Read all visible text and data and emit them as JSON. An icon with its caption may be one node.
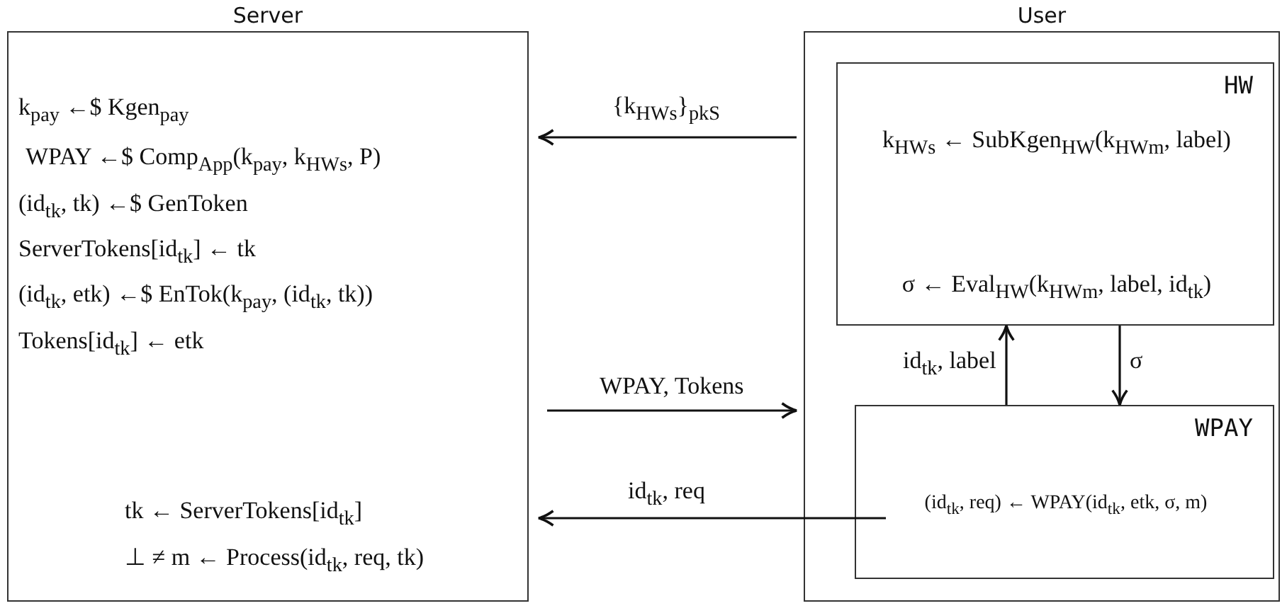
{
  "diagram": {
    "nodes": [
      {
        "text": [
          "Server",
          "k$_{pay}$ ←$ Kgen$_{pay}$",
          "WPAY ←$ Comp$_{App}$(k$_{pay}$, k$_{HWs}$, P)",
          "(id$_{tk}$, tk) ←$ GenToken",
          "ServerTokens[id$_{tk}$] ← tk",
          "(id$_{tk}$, etk) ←$ EnTok(k$_{pay}$, (id$_{tk}$, tk))",
          "Tokens[id$_{tk}$] ← etk",
          "tk ← ServerTokens[id$_{tk}$]",
          "⊥ ≠ m ← Process(id$_{tk}$, req, tk)"
        ]
      },
      {
        "text": [
          "User"
        ]
      },
      {
        "text": [
          "HW",
          "k$_{HWs}$ ← SubKgen$_{HW}$(k$_{HWm}$, label)",
          "σ ← Eval$_{HW}$(k$_{HWm}$, label, id$_{tk}$)"
        ],
        "in": 1
      },
      {
        "text": [
          "WPAY",
          "(id$_{tk}$, req) ← WPAY(id$_{tk}$, etk, σ, m)"
        ],
        "in": 1
      }
    ],
    "edges": [
      {
        "from": 1,
        "to": 0,
        "arrow": "to",
        "label": "{k$_{HWs}$}$_{pkS}$"
      },
      {
        "from": 0,
        "to": 1,
        "arrow": "to",
        "label": "WPAY, Tokens"
      },
      {
        "from": 3,
        "to": 0,
        "arrow": "to",
        "label": "id$_{tk}$, req"
      },
      {
        "from": 3,
        "to": 2,
        "arrow": "to",
        "label": "id$_{tk}$, label"
      },
      {
        "from": 2,
        "to": 3,
        "arrow": "to",
        "label": "σ"
      }
    ]
  }
}
